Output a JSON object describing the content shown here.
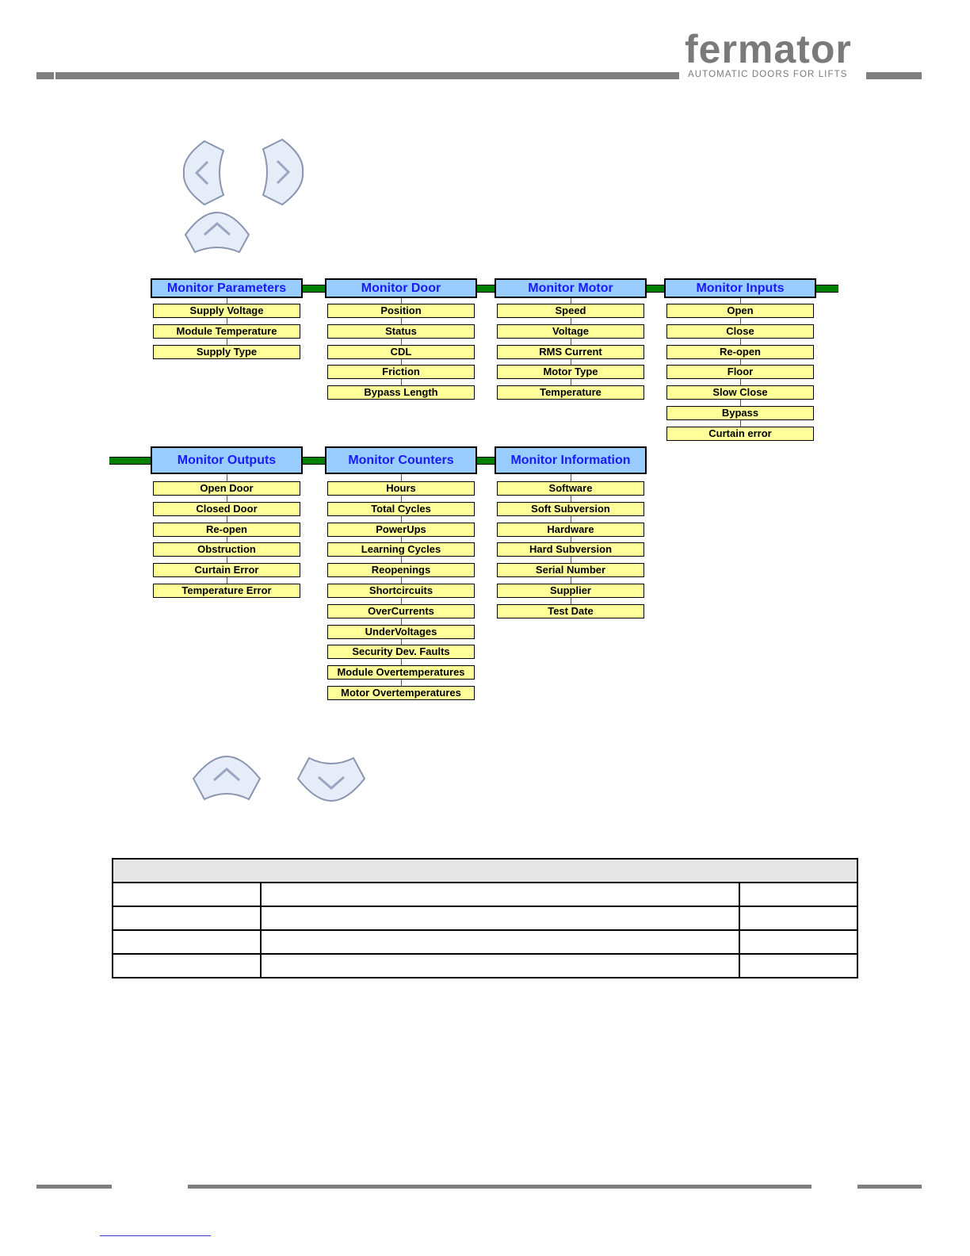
{
  "logo": {
    "wordmark": "fermator",
    "tagline": "AUTOMATIC DOORS FOR LIFTS"
  },
  "icons": {
    "nav_left": "chevron-left-key-icon",
    "nav_right": "chevron-right-key-icon",
    "nav_up": "chevron-up-key-icon",
    "nav_down": "chevron-down-key-icon"
  },
  "colors": {
    "header_fill": "#99ccff",
    "header_text": "#1a1aff",
    "item_fill": "#ffff99",
    "connector": "#008000",
    "rule": "#7f7f7f"
  },
  "menu_row1": [
    {
      "title": "Monitor Parameters",
      "items": [
        "Supply Voltage",
        "Module Temperature",
        "Supply Type"
      ]
    },
    {
      "title": "Monitor Door",
      "items": [
        "Position",
        "Status",
        "CDL",
        "Friction",
        "Bypass Length"
      ]
    },
    {
      "title": "Monitor Motor",
      "items": [
        "Speed",
        "Voltage",
        "RMS Current",
        "Motor Type",
        "Temperature"
      ]
    },
    {
      "title": "Monitor Inputs",
      "items": [
        "Open",
        "Close",
        "Re-open",
        "Floor",
        "Slow Close",
        "Bypass",
        "Curtain error"
      ]
    }
  ],
  "menu_row2": [
    {
      "title": "Monitor Outputs",
      "items": [
        "Open Door",
        "Closed Door",
        "Re-open",
        "Obstruction",
        "Curtain Error",
        "Temperature Error"
      ]
    },
    {
      "title": "Monitor Counters",
      "items": [
        "Hours",
        "Total Cycles",
        "PowerUps",
        "Learning Cycles",
        "Reopenings",
        "Shortcircuits",
        "OverCurrents",
        "UnderVoltages",
        "Security Dev. Faults",
        "Module Overtemperatures",
        "Motor Overtemperatures"
      ]
    },
    {
      "title": "Monitor Information",
      "items": [
        "Software",
        "Soft Subversion",
        "Hardware",
        "Hard Subversion",
        "Serial Number",
        "Supplier",
        "Test Date"
      ]
    }
  ],
  "table": {
    "title": "",
    "rows": [
      [
        "",
        "",
        ""
      ],
      [
        "",
        "",
        ""
      ],
      [
        "",
        "",
        ""
      ],
      [
        "",
        "",
        ""
      ]
    ]
  }
}
